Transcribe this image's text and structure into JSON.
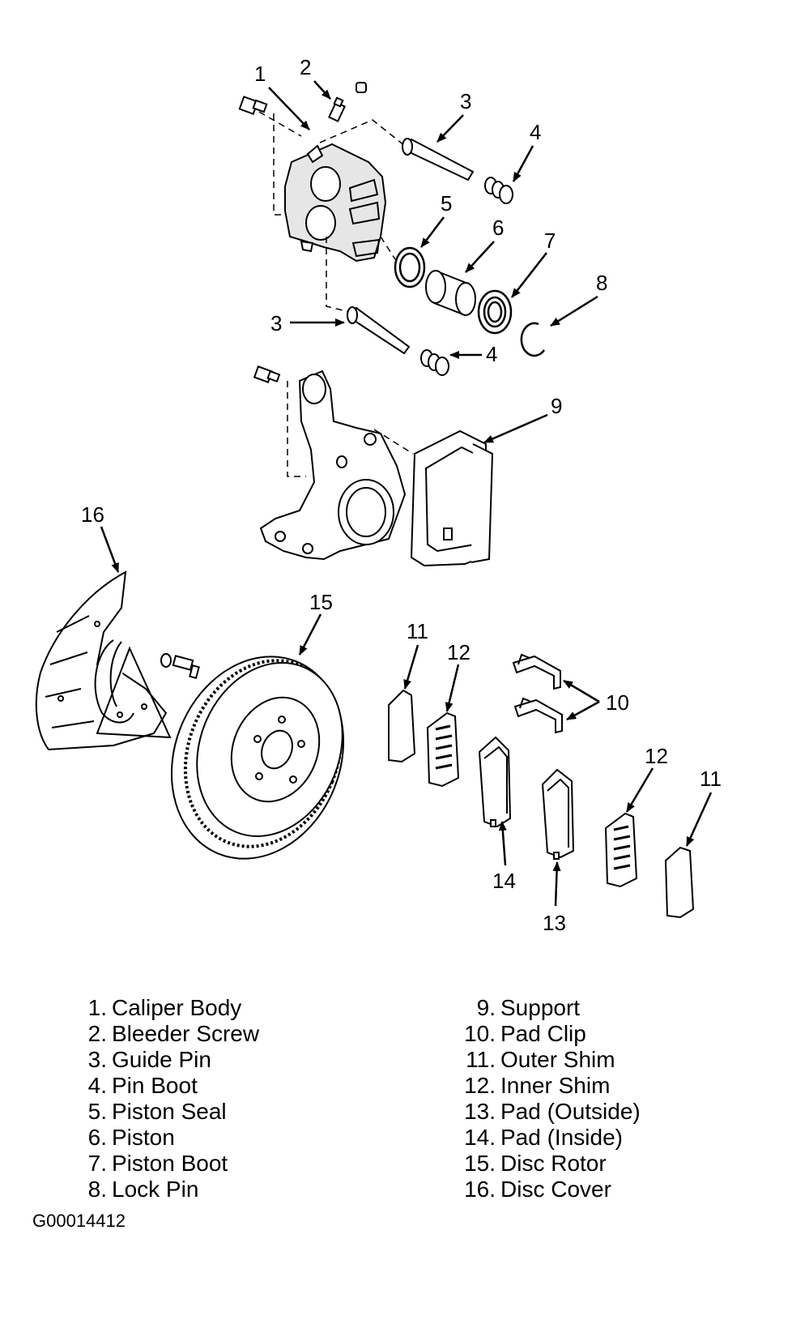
{
  "callouts": [
    "1",
    "2",
    "3",
    "4",
    "5",
    "6",
    "7",
    "8",
    "3",
    "4",
    "9",
    "16",
    "15",
    "11",
    "12",
    "10",
    "12",
    "11",
    "14",
    "13"
  ],
  "legend_left": [
    {
      "num": "1.",
      "name": "Caliper Body"
    },
    {
      "num": "2.",
      "name": "Bleeder Screw"
    },
    {
      "num": "3.",
      "name": "Guide Pin"
    },
    {
      "num": "4.",
      "name": "Pin Boot"
    },
    {
      "num": "5.",
      "name": "Piston Seal"
    },
    {
      "num": "6.",
      "name": "Piston"
    },
    {
      "num": "7.",
      "name": "Piston Boot"
    },
    {
      "num": "8.",
      "name": "Lock Pin"
    }
  ],
  "legend_right": [
    {
      "num": "9.",
      "name": "Support"
    },
    {
      "num": "10.",
      "name": "Pad Clip"
    },
    {
      "num": "11.",
      "name": "Outer Shim"
    },
    {
      "num": "12.",
      "name": "Inner Shim"
    },
    {
      "num": "13.",
      "name": "Pad (Outside)"
    },
    {
      "num": "14.",
      "name": "Pad (Inside)"
    },
    {
      "num": "15.",
      "name": "Disc Rotor"
    },
    {
      "num": "16.",
      "name": "Disc Cover"
    }
  ],
  "figure_id": "G00014412"
}
